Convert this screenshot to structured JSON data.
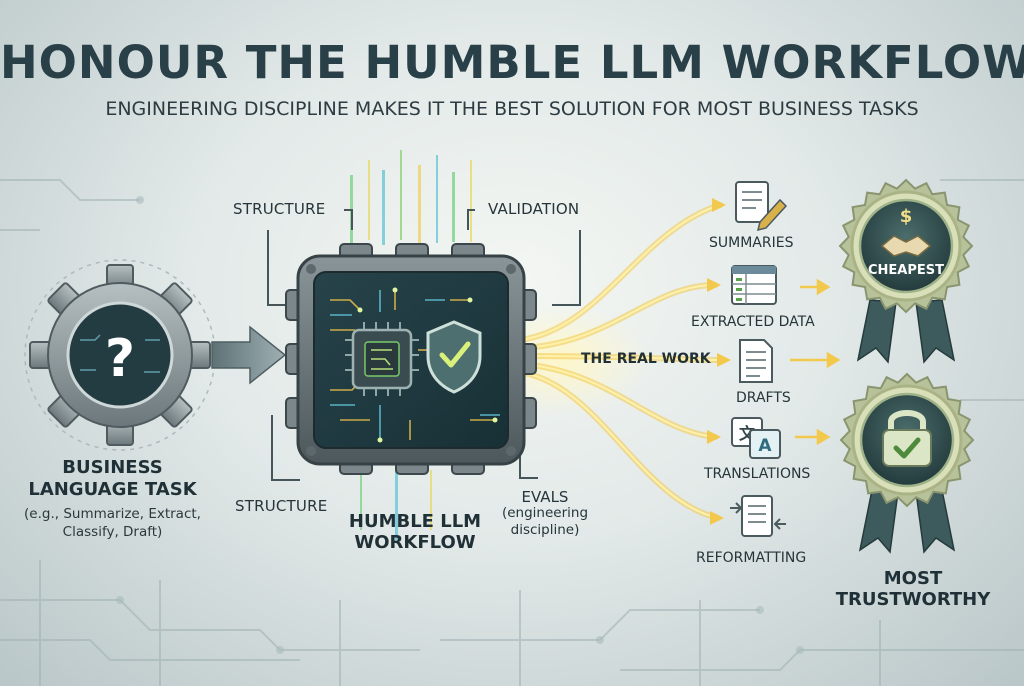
{
  "header": {
    "title": "HONOUR THE HUMBLE LLM WORKFLOW",
    "subtitle": "ENGINEERING DISCIPLINE MAKES IT THE BEST SOLUTION FOR MOST BUSINESS TASKS"
  },
  "input": {
    "title": "BUSINESS LANGUAGE TASK",
    "examples": "(e.g., Summarize, Extract, Classify, Draft)",
    "icon": "question-gear-icon"
  },
  "core": {
    "title": "HUMBLE LLM WORKFLOW",
    "labels": {
      "structure_top": "STRUCTURE",
      "validation": "VALIDATION",
      "structure_bottom": "STRUCTURE",
      "evals": "EVALS",
      "evals_note": "(engineering discipline)"
    },
    "icons": [
      "microchip-icon",
      "shield-check-icon"
    ]
  },
  "flow_label": "THE REAL WORK",
  "outputs": [
    {
      "label": "SUMMARIES",
      "icon": "document-pencil-icon"
    },
    {
      "label": "EXTRACTED DATA",
      "icon": "spreadsheet-icon"
    },
    {
      "label": "DRAFTS",
      "icon": "document-icon"
    },
    {
      "label": "TRANSLATIONS",
      "icon": "translate-icon"
    },
    {
      "label": "REFORMATTING",
      "icon": "reformat-document-icon"
    }
  ],
  "badges": [
    {
      "label": "CHEAPEST",
      "icon": "dollar-handshake-icon"
    },
    {
      "label": "MOST TRUSTWORTHY",
      "icon": "padlock-check-icon"
    }
  ],
  "colors": {
    "title": "#2a4048",
    "accent_green": "#5aa04a",
    "flow_yellow": "#f2c94c",
    "badge_dark": "#2f4a4c",
    "ribbon": "#3d5a5c"
  }
}
